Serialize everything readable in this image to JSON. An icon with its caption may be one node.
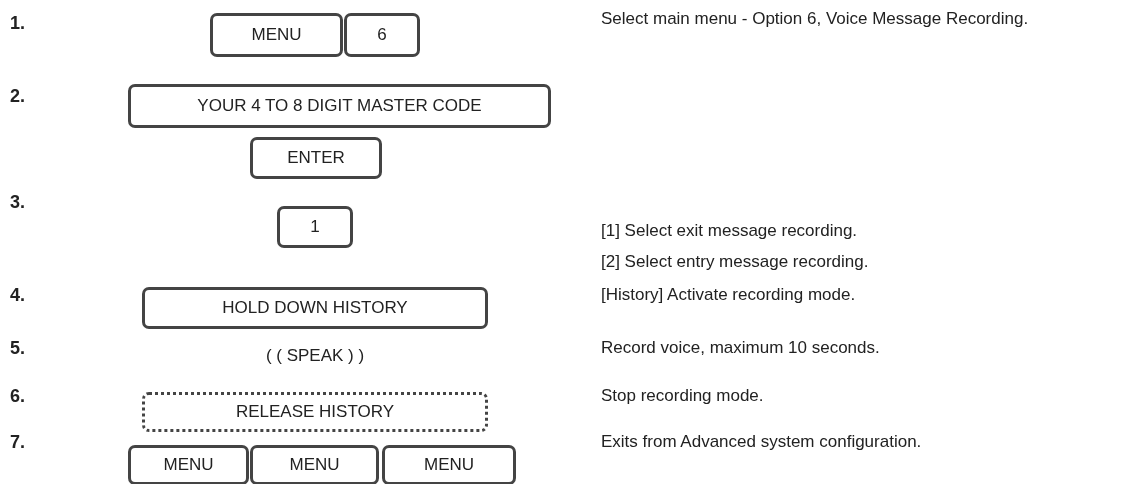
{
  "diagram": {
    "nodes": [
      {
        "text": [
          "MENU"
        ]
      },
      {
        "text": [
          "6"
        ]
      },
      {
        "text": [
          "YOUR 4 TO 8 DIGIT MASTER CODE"
        ]
      },
      {
        "text": [
          "ENTER"
        ]
      },
      {
        "text": [
          "1"
        ]
      },
      {
        "text": [
          "HOLD DOWN HISTORY"
        ]
      },
      {
        "text": [
          "RELEASE HISTORY"
        ]
      },
      {
        "text": [
          "MENU"
        ]
      },
      {
        "text": [
          "MENU"
        ]
      },
      {
        "text": [
          "MENU"
        ]
      }
    ],
    "labels": [
      "1.",
      "Select main menu - Option 6, Voice Message Recording.",
      "2.",
      "3.",
      "[1] Select exit message recording.",
      "[2] Select entry message recording.",
      "4.",
      "[History] Activate recording mode.",
      "5.",
      "( ( SPEAK ) )",
      "Record voice, maximum 10 seconds.",
      "6.",
      "Stop recording mode.",
      "7.",
      "Exits from Advanced system configuration."
    ]
  }
}
